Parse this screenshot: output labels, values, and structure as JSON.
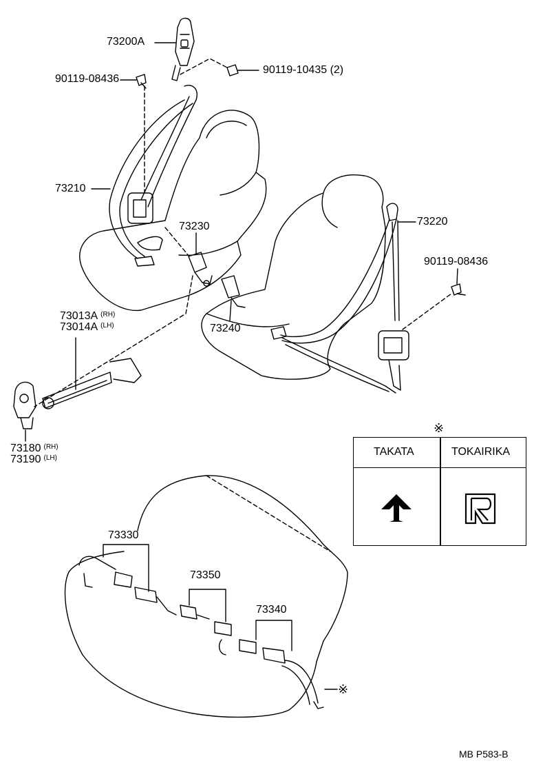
{
  "labels": {
    "shoulder_anchor": "73200A",
    "bolt_upper_left": "90119-08436",
    "bolt_upper_right": "90119-10435 (2)",
    "front_outer_belt_lh": "73210",
    "buckle_inner_lh": "73230",
    "front_outer_belt_rh": "73220",
    "bolt_right": "90119-08436",
    "buckle_inner_rh": "73240",
    "adjuster_rh": "73013A",
    "adjuster_rh_side": "(RH)",
    "adjuster_lh": "73014A",
    "adjuster_lh_side": "(LH)",
    "retractor_rh": "73180",
    "retractor_rh_side": "(RH)",
    "retractor_lh": "73190",
    "retractor_lh_side": "(LH)",
    "rear_belt_left": "73330",
    "rear_belt_center": "73350",
    "rear_belt_right": "73340",
    "diagram_code": "MB P583-B"
  },
  "manufacturer_table": {
    "marker": "※",
    "columns": [
      "TAKATA",
      "TOKAIRIKA"
    ],
    "logos": [
      "takata-logo",
      "tokairika-logo"
    ]
  },
  "rear_marker": "※"
}
